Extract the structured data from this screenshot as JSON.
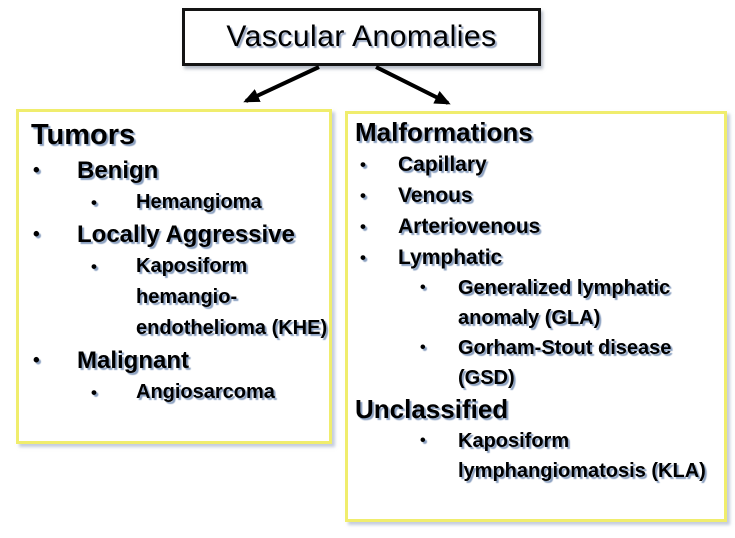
{
  "title": {
    "label": "Vascular Anomalies"
  },
  "bullet_char": "•",
  "colors": {
    "box_border": "#f0ed6d",
    "text_shadow": "#8ba0c0",
    "title_border": "#141414",
    "arrow": "#000000",
    "background": "#ffffff"
  },
  "tumors": {
    "heading": "Tumors",
    "items": [
      {
        "label": "Benign",
        "children": [
          "Hemangioma"
        ]
      },
      {
        "label": "Locally Aggressive",
        "children": [
          "Kaposiform hemangio-endothelioma (KHE)"
        ]
      },
      {
        "label": "Malignant",
        "children": [
          "Angiosarcoma"
        ]
      }
    ]
  },
  "malformations": {
    "heading": "Malformations",
    "items": [
      {
        "label": "Capillary",
        "children": []
      },
      {
        "label": "Venous",
        "children": []
      },
      {
        "label": "Arteriovenous",
        "children": []
      },
      {
        "label": "Lymphatic",
        "children": [
          "Generalized lymphatic anomaly (GLA)",
          "Gorham-Stout disease (GSD)"
        ]
      }
    ],
    "subheading": "Unclassified",
    "unclassified_children": [
      "Kaposiform lymphangiomatosis (KLA)"
    ]
  }
}
